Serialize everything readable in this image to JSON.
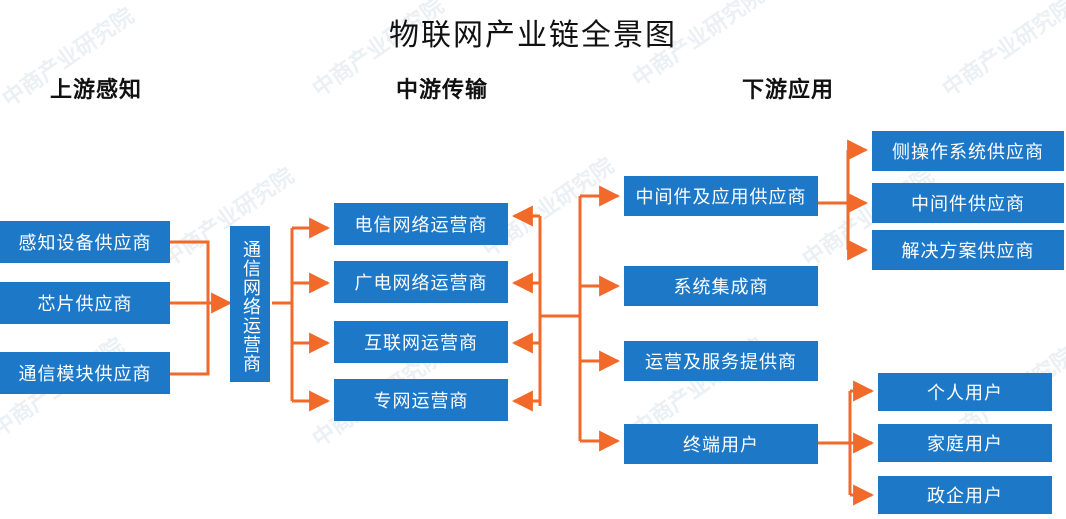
{
  "title": "物联网产业链全景图",
  "columns": {
    "upstream": "上游感知",
    "midstream": "中游传输",
    "downstream": "下游应用"
  },
  "upstream_items": [
    "感知设备供应商",
    "芯片供应商",
    "通信模块供应商"
  ],
  "network_operators": "通信网络运营商",
  "midstream_items": [
    "电信网络运营商",
    "广电网络运营商",
    "互联网运营商",
    "专网运营商"
  ],
  "downstream_items": [
    "中间件及应用供应商",
    "系统集成商",
    "运营及服务提供商",
    "终端用户"
  ],
  "middleware_children": [
    "侧操作系统供应商",
    "中间件供应商",
    "解决方案供应商"
  ],
  "terminal_children": [
    "个人用户",
    "家庭用户",
    "政企用户"
  ],
  "watermark": "中商产业研究院",
  "colors": {
    "box": "#1e78c8",
    "arrow": "#f26a2a"
  }
}
